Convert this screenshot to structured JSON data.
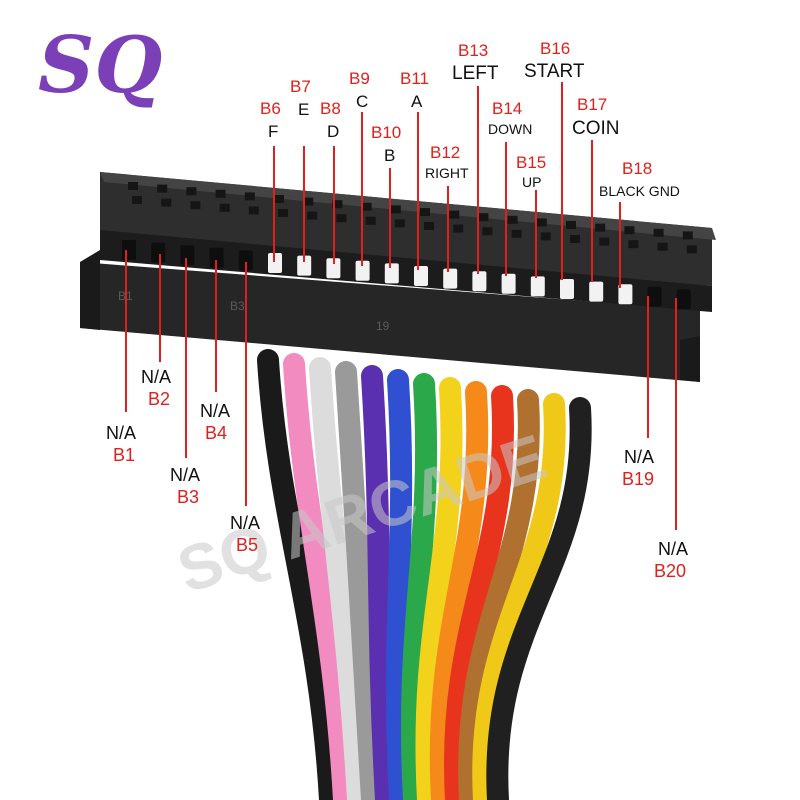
{
  "logo": {
    "text": "SQ",
    "color": "#7b3fb8"
  },
  "watermark": {
    "text": "SQ ARCADE",
    "color": "#c8c8c8"
  },
  "colors": {
    "pin_label": "#e0201c",
    "text": "#111111",
    "connector": "#2a2a2a"
  },
  "top_pins": [
    {
      "pin": "B6",
      "label": "F"
    },
    {
      "pin": "B7",
      "label": "E"
    },
    {
      "pin": "B8",
      "label": "D"
    },
    {
      "pin": "B9",
      "label": "C"
    },
    {
      "pin": "B10",
      "label": "B"
    },
    {
      "pin": "B11",
      "label": "A"
    },
    {
      "pin": "B12",
      "label": "RIGHT"
    },
    {
      "pin": "B13",
      "label": "LEFT"
    },
    {
      "pin": "B14",
      "label": "DOWN"
    },
    {
      "pin": "B15",
      "label": "UP"
    },
    {
      "pin": "B16",
      "label": "START"
    },
    {
      "pin": "B17",
      "label": "COIN"
    },
    {
      "pin": "B18",
      "label": "BLACK GND"
    }
  ],
  "bottom_pins": [
    {
      "pin": "B1",
      "label": "N/A"
    },
    {
      "pin": "B2",
      "label": "N/A"
    },
    {
      "pin": "B3",
      "label": "N/A"
    },
    {
      "pin": "B4",
      "label": "N/A"
    },
    {
      "pin": "B5",
      "label": "N/A"
    },
    {
      "pin": "B19",
      "label": "N/A"
    },
    {
      "pin": "B20",
      "label": "N/A"
    }
  ],
  "connector_marks": [
    "B1",
    "B3",
    "19"
  ],
  "wire_colors": [
    "#1a1a1a",
    "#f28cc0",
    "#dcdcdc",
    "#9a9a9a",
    "#5a2fb0",
    "#2f50d0",
    "#2aa84a",
    "#f2d21a",
    "#f58a1a",
    "#e8341c",
    "#b07030",
    "#f0c818",
    "#202020"
  ]
}
